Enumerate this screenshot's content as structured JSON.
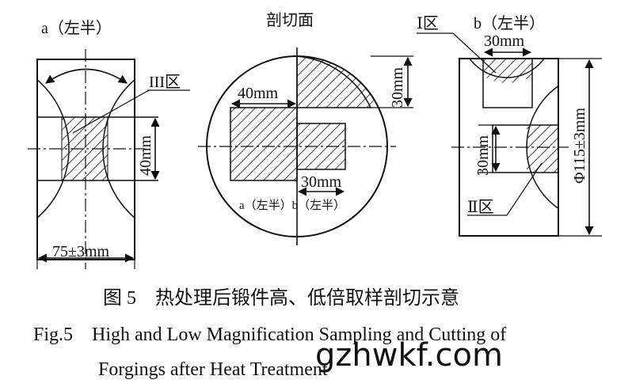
{
  "left_panel": {
    "title": "a（左半）",
    "zone_label": "III区",
    "dim_height": "40mm",
    "dim_width": "75±3mm"
  },
  "middle_panel": {
    "title": "剖切面",
    "dim_top_width": "40mm",
    "dim_top_height": "30mm",
    "dim_bottom_width": "30mm",
    "part_labels": "a（左半）b（左半）"
  },
  "right_panel": {
    "zone1_label": "Ⅰ区",
    "title": "b（左半）",
    "dim_top": "30mm",
    "dim_left": "30mm",
    "dim_diameter": "Φ115±3mm",
    "zone2_label": "Ⅱ区"
  },
  "caption": {
    "chinese": "图 5　热处理后锻件高、低倍取样剖切示意",
    "english_line1": "Fig.5　High and Low Magnification Sampling and Cutting of",
    "english_line2": "Forgings after Heat Treatment"
  },
  "watermark": "gzhwkf.com"
}
